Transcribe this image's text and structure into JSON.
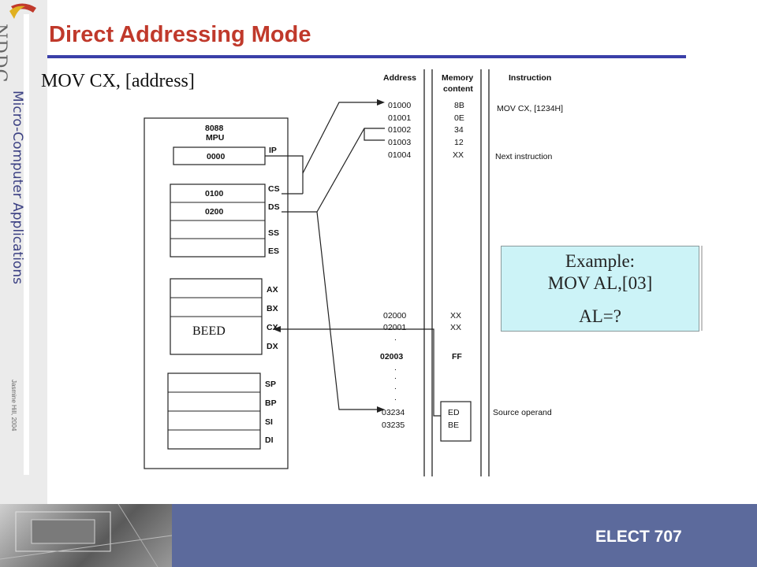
{
  "slide": {
    "title": "Direct Addressing Mode",
    "side_title": "Micro-Computer Applications",
    "side_small": "Jasmine Hill, 2004",
    "logo_letters": "NDDC",
    "footer_code": "ELECT 707",
    "colors": {
      "title": "#c0392b",
      "rule": "#3a3fa8",
      "footer": "#5c6a9c",
      "example_bg": "#ccf3f7"
    }
  },
  "diagram": {
    "instruction_form": "MOV CX, [address]",
    "mpu_label_1": "8088",
    "mpu_label_2": "MPU",
    "registers": {
      "ip": {
        "name": "IP",
        "value": "0000"
      },
      "cs": {
        "name": "CS",
        "value": "0100"
      },
      "ds": {
        "name": "DS",
        "value": "0200"
      },
      "ss": {
        "name": "SS"
      },
      "es": {
        "name": "ES"
      },
      "ax": {
        "name": "AX"
      },
      "bx": {
        "name": "BX"
      },
      "cx": {
        "name": "CX",
        "value": "BEED"
      },
      "dx": {
        "name": "DX"
      },
      "sp": {
        "name": "SP"
      },
      "bp": {
        "name": "BP"
      },
      "si": {
        "name": "SI"
      },
      "di": {
        "name": "DI"
      }
    },
    "headers": {
      "address": "Address",
      "memory_1": "Memory",
      "memory_2": "content",
      "instruction": "Instruction"
    },
    "memory": [
      {
        "address": "01000",
        "content": "8B"
      },
      {
        "address": "01001",
        "content": "0E"
      },
      {
        "address": "01002",
        "content": "34"
      },
      {
        "address": "01003",
        "content": "12"
      },
      {
        "address": "01004",
        "content": "XX"
      },
      {
        "address": "02000",
        "content": "XX"
      },
      {
        "address": "02001",
        "content": "XX"
      },
      {
        "address": "02003",
        "content": "FF"
      },
      {
        "address": "03234",
        "content": "ED"
      },
      {
        "address": "03235",
        "content": "BE"
      }
    ],
    "instructions": {
      "mov": "MOV CX, [1234H]",
      "next": "Next instruction",
      "source": "Source operand"
    },
    "dot": "."
  },
  "example": {
    "line1": "Example:",
    "line2": "MOV AL,[03]",
    "line3": "AL=?"
  }
}
